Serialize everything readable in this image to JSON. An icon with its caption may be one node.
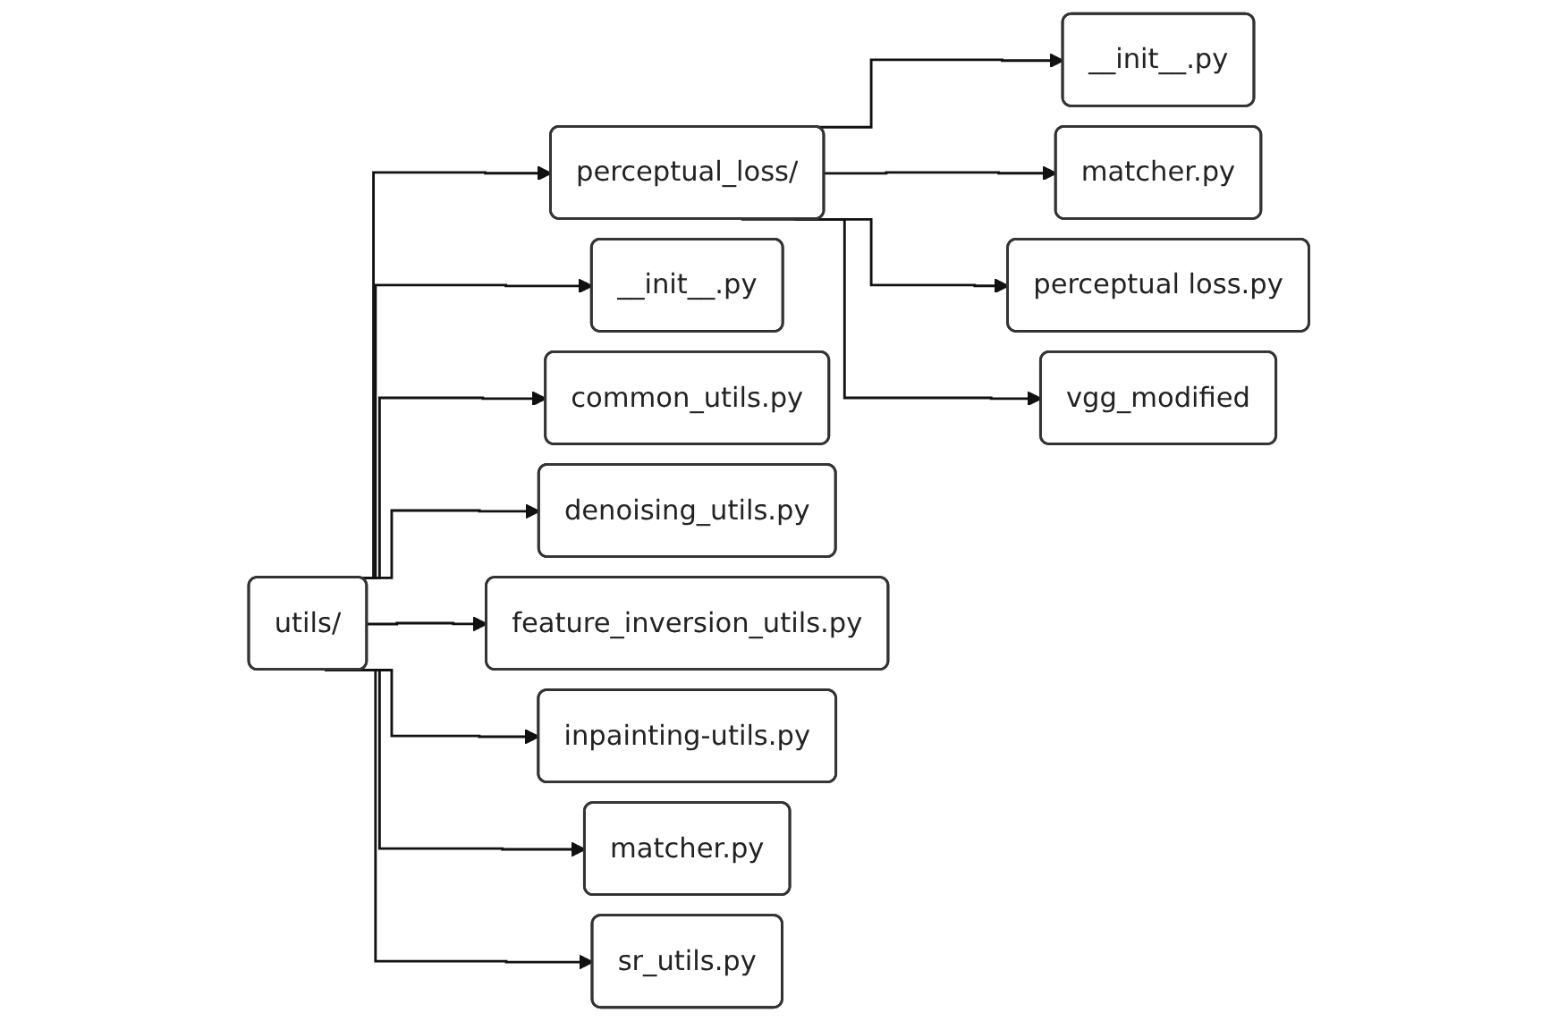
{
  "diagram": {
    "nodes": [
      {
        "text": [
          "utils/"
        ]
      },
      {
        "text": [
          "perceptual_loss/"
        ]
      },
      {
        "text": [
          "__init__.py"
        ]
      },
      {
        "text": [
          "common_utils.py"
        ]
      },
      {
        "text": [
          "denoising_utils.py"
        ]
      },
      {
        "text": [
          "feature_inversion_utils.py"
        ]
      },
      {
        "text": [
          "inpainting-utils.py"
        ]
      },
      {
        "text": [
          "matcher.py"
        ]
      },
      {
        "text": [
          "sr_utils.py"
        ]
      },
      {
        "text": [
          "__init__.py"
        ]
      },
      {
        "text": [
          "matcher.py"
        ]
      },
      {
        "text": [
          "perceptual loss.py"
        ]
      },
      {
        "text": [
          "vgg_modified"
        ]
      }
    ],
    "edges": [
      {
        "from": 0,
        "to": 1,
        "arrow": "to"
      },
      {
        "from": 0,
        "to": 2,
        "arrow": "to"
      },
      {
        "from": 0,
        "to": 3,
        "arrow": "to"
      },
      {
        "from": 0,
        "to": 4,
        "arrow": "to"
      },
      {
        "from": 0,
        "to": 5,
        "arrow": "to"
      },
      {
        "from": 0,
        "to": 6,
        "arrow": "to"
      },
      {
        "from": 0,
        "to": 7,
        "arrow": "to"
      },
      {
        "from": 0,
        "to": 8,
        "arrow": "to"
      },
      {
        "from": 1,
        "to": 9,
        "arrow": "to"
      },
      {
        "from": 1,
        "to": 10,
        "arrow": "to"
      },
      {
        "from": 1,
        "to": 11,
        "arrow": "to"
      },
      {
        "from": 1,
        "to": 12,
        "arrow": "to"
      }
    ]
  }
}
